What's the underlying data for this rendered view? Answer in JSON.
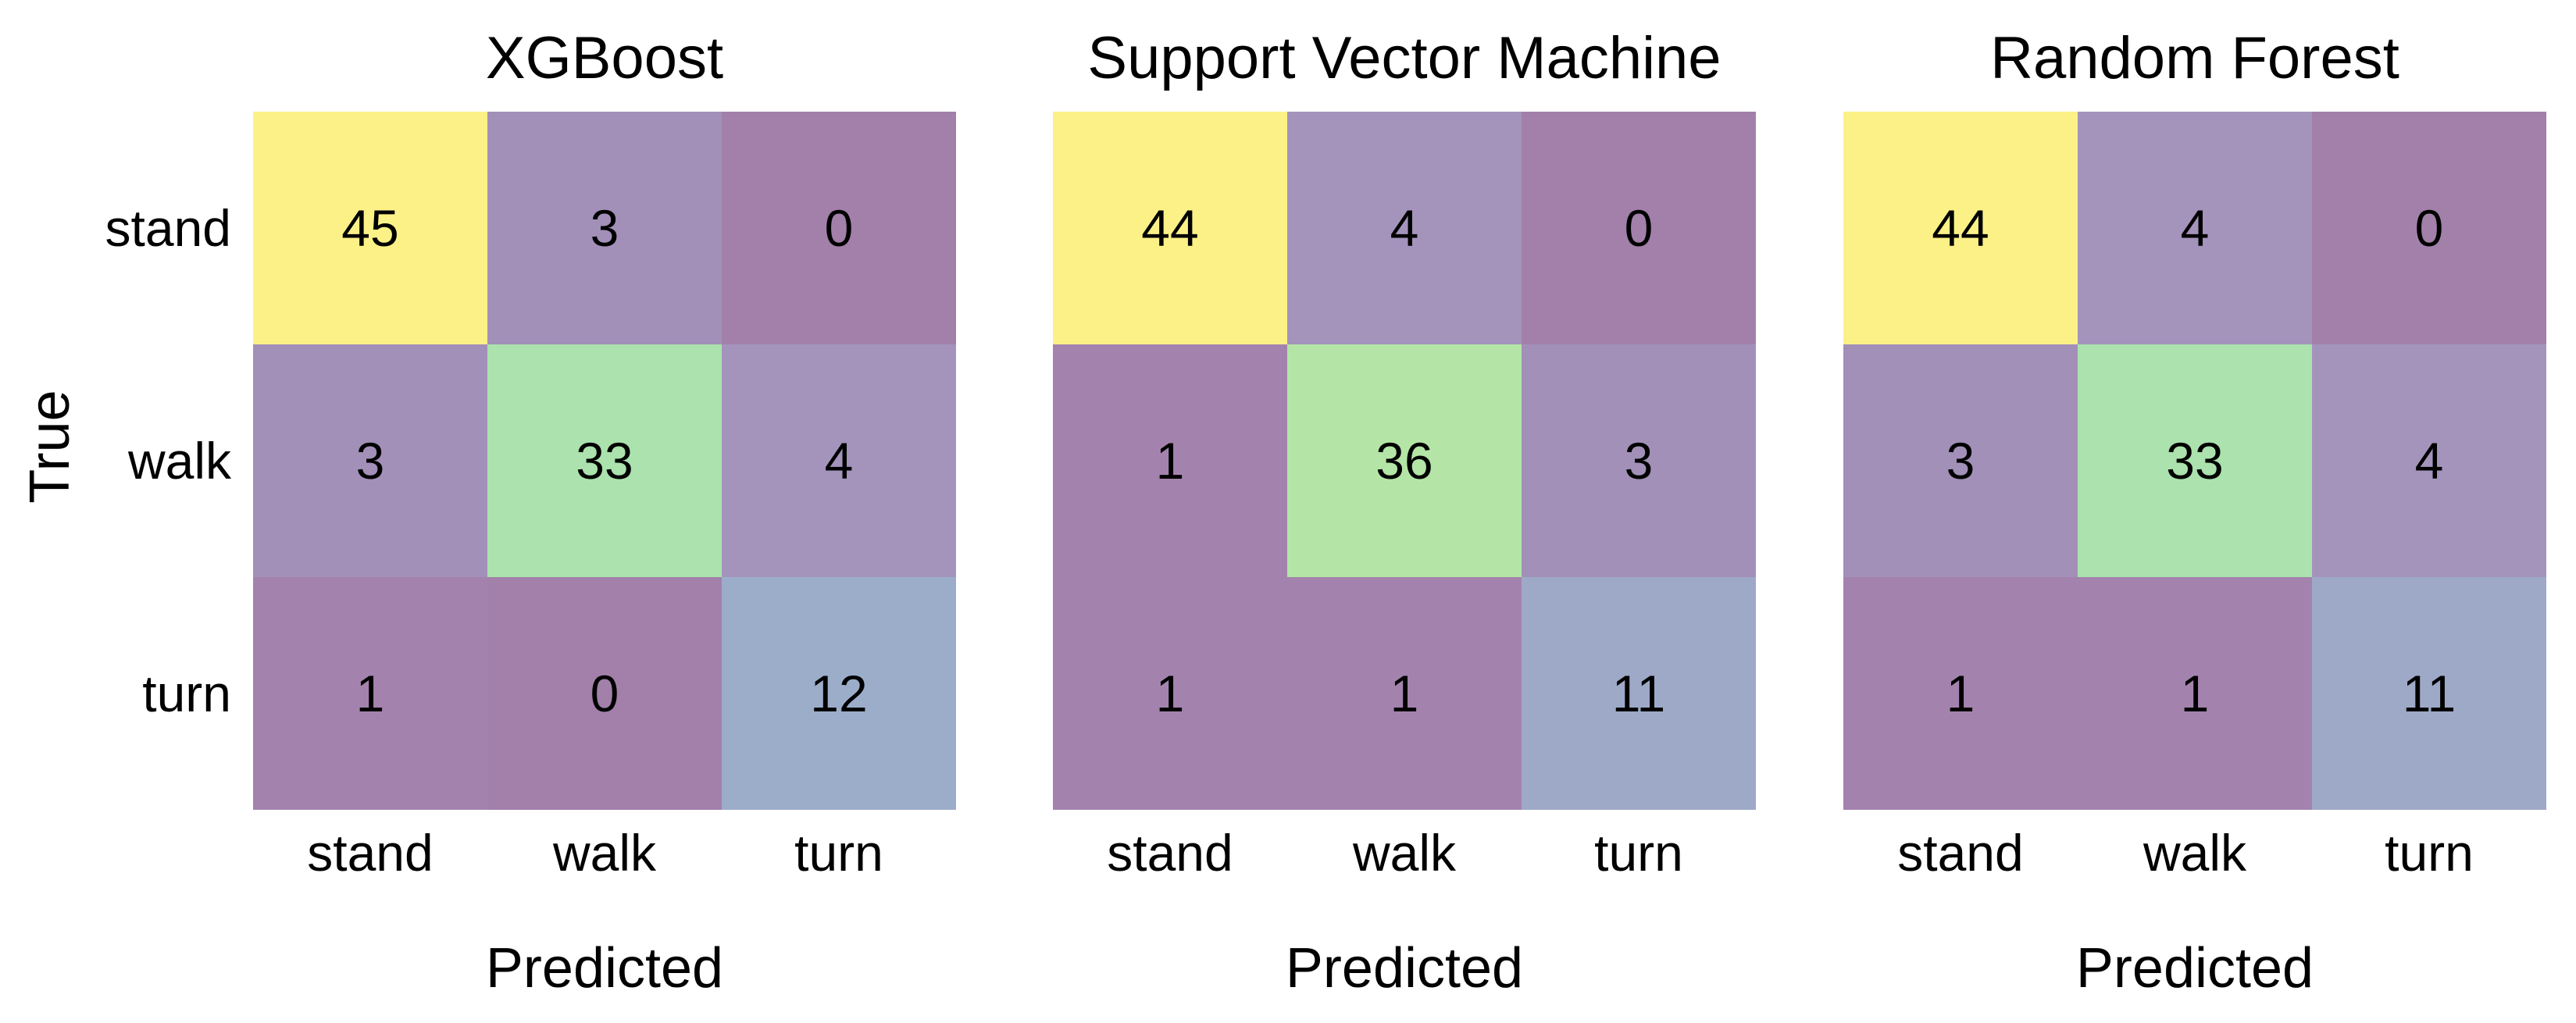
{
  "figure": {
    "background": "#ffffff",
    "text_color": "#000000",
    "colormap_note": "viridis at ~50% alpha over white",
    "shared_y_axis": true
  },
  "chart_data": [
    {
      "type": "heatmap",
      "title": "XGBoost",
      "xlabel": "Predicted",
      "ylabel": "True",
      "x_categories": [
        "stand",
        "walk",
        "turn"
      ],
      "y_categories": [
        "stand",
        "walk",
        "turn"
      ],
      "values": [
        [
          45,
          3,
          0
        ],
        [
          3,
          33,
          4
        ],
        [
          1,
          0,
          12
        ]
      ],
      "cell_colors": [
        [
          "#fcf187",
          "#a290b8",
          "#a280aa"
        ],
        [
          "#a290b8",
          "#abe2ad",
          "#a494bc"
        ],
        [
          "#a383ad",
          "#a280aa",
          "#9badc9"
        ]
      ],
      "value_range": [
        0,
        45
      ],
      "show_y_tick_labels": true
    },
    {
      "type": "heatmap",
      "title": "Support Vector Machine",
      "xlabel": "Predicted",
      "ylabel": "",
      "x_categories": [
        "stand",
        "walk",
        "turn"
      ],
      "y_categories": [
        "stand",
        "walk",
        "turn"
      ],
      "values": [
        [
          44,
          4,
          0
        ],
        [
          1,
          36,
          3
        ],
        [
          1,
          1,
          11
        ]
      ],
      "cell_colors": [
        [
          "#fcf187",
          "#a494bc",
          "#a280aa"
        ],
        [
          "#a383ad",
          "#b4e5a6",
          "#a290b8"
        ],
        [
          "#a383ad",
          "#a383ad",
          "#9da9c6"
        ]
      ],
      "value_range": [
        0,
        44
      ],
      "show_y_tick_labels": false
    },
    {
      "type": "heatmap",
      "title": "Random Forest",
      "xlabel": "Predicted",
      "ylabel": "",
      "x_categories": [
        "stand",
        "walk",
        "turn"
      ],
      "y_categories": [
        "stand",
        "walk",
        "turn"
      ],
      "values": [
        [
          44,
          4,
          0
        ],
        [
          3,
          33,
          4
        ],
        [
          1,
          1,
          11
        ]
      ],
      "cell_colors": [
        [
          "#fcf187",
          "#a494bc",
          "#a280aa"
        ],
        [
          "#a290b8",
          "#abe2ad",
          "#a494bc"
        ],
        [
          "#a383ad",
          "#a383ad",
          "#9da9c6"
        ]
      ],
      "value_range": [
        0,
        44
      ],
      "show_y_tick_labels": false
    }
  ]
}
